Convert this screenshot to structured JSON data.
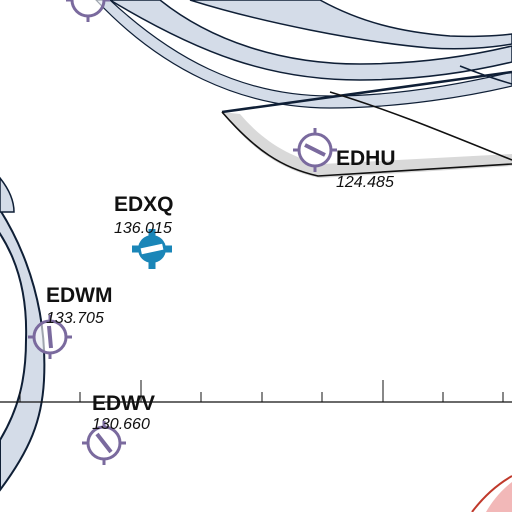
{
  "colors": {
    "airspace_fill": "#d4dce8",
    "airspace_edge": "#0f1f36",
    "airspace_grey": "#d9d9d9",
    "airfield_symbol": "#7a6a9e",
    "controlled_airfield": "#1a86b8",
    "restricted_fill": "#f2b8b8",
    "restricted_edge": "#c0392b",
    "text": "#111111"
  },
  "airfields": [
    {
      "code": "EDXQ",
      "frequency": "136.015",
      "symbol": "controlled-airfield-icon"
    },
    {
      "code": "EDHU",
      "frequency": "124.485",
      "symbol": "airfield-icon"
    },
    {
      "code": "EDWM",
      "frequency": "133.705",
      "symbol": "airfield-icon"
    },
    {
      "code": "EDWV",
      "frequency": "130.660",
      "symbol": "airfield-icon"
    }
  ]
}
